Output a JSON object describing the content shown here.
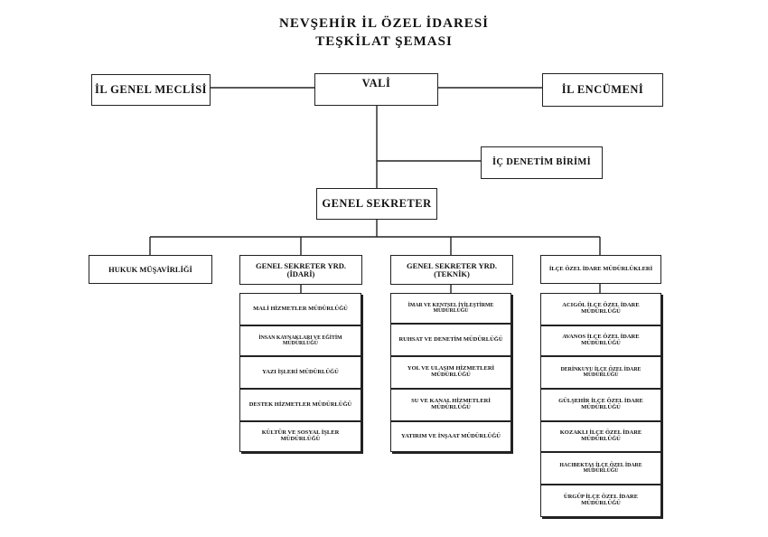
{
  "title": {
    "line1": "NEVŞEHİR  İL ÖZEL İDARESİ",
    "line2": "TEŞKİLAT  ŞEMASI"
  },
  "nodes": {
    "il_genel_meclisi": "İL GENEL MECLİSİ",
    "vali": "VALİ",
    "il_encumeni": "İL ENCÜMENİ",
    "ic_denetim": "İÇ DENETİM BİRİMİ",
    "genel_sekreter": "GENEL SEKRETER",
    "hukuk": "HUKUK MÜŞAVİRLİĞİ",
    "gsy_idari": "GENEL SEKRETER YRD. (İDARİ)",
    "gsy_teknik": "GENEL SEKRETER YRD. (TEKNİK)",
    "ilce_ozel": "İLÇE ÖZEL İDARE MÜDÜRLÜKLERİ"
  },
  "idari_units": [
    "MALİ HİZMETLER MÜDÜRLÜĞÜ",
    "İNSAN KAYNAKLARI VE EĞİTİM MÜDÜRLÜĞÜ",
    "YAZI İŞLERİ MÜDÜRLÜĞÜ",
    "DESTEK HİZMETLER MÜDÜRLÜĞÜ",
    "KÜLTÜR VE SOSYAL İŞLER MÜDÜRLÜĞÜ"
  ],
  "teknik_units": [
    "İMAR VE KENTSEL İYİLEŞTİRME MÜDÜRLÜĞÜ",
    "RUHSAT VE DENETİM MÜDÜRLÜĞÜ",
    "YOL VE ULAŞIM HİZMETLERİ MÜDÜRLÜĞÜ",
    "SU VE KANAL HİZMETLERİ MÜDÜRLÜĞÜ",
    "YATIRIM VE İNŞAAT MÜDÜRLÜĞÜ"
  ],
  "ilce_units": [
    "ACIGÖL İLÇE ÖZEL İDARE MÜDÜRLÜĞÜ",
    "AVANOS İLÇE ÖZEL İDARE MÜDÜRLÜĞÜ",
    "DERİNKUYU İLÇE ÖZEL İDARE MÜDÜRLÜĞÜ",
    "GÜLŞEHİR İLÇE ÖZEL İDARE MÜDÜRLÜĞÜ",
    "KOZAKLI İLÇE ÖZEL İDARE MÜDÜRLÜĞÜ",
    "HACIBEKTAŞ İLÇE ÖZEL İDARE MÜDÜRLÜĞÜ",
    "ÜRGÜP İLÇE ÖZEL İDARE MÜDÜRLÜĞÜ"
  ]
}
